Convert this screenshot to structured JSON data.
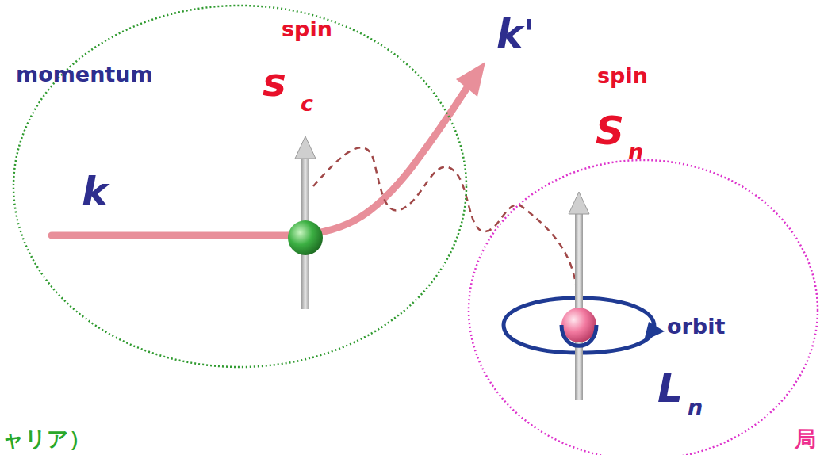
{
  "diagram": {
    "nodes": [
      {
        "text": [
          "momentum",
          "k",
          "spin",
          "s",
          "c"
        ]
      },
      {
        "text": [
          "spin",
          "S",
          "n",
          "orbit",
          "L",
          "n"
        ]
      }
    ],
    "labels": [
      "k'",
      "ャリア）",
      "局"
    ]
  }
}
